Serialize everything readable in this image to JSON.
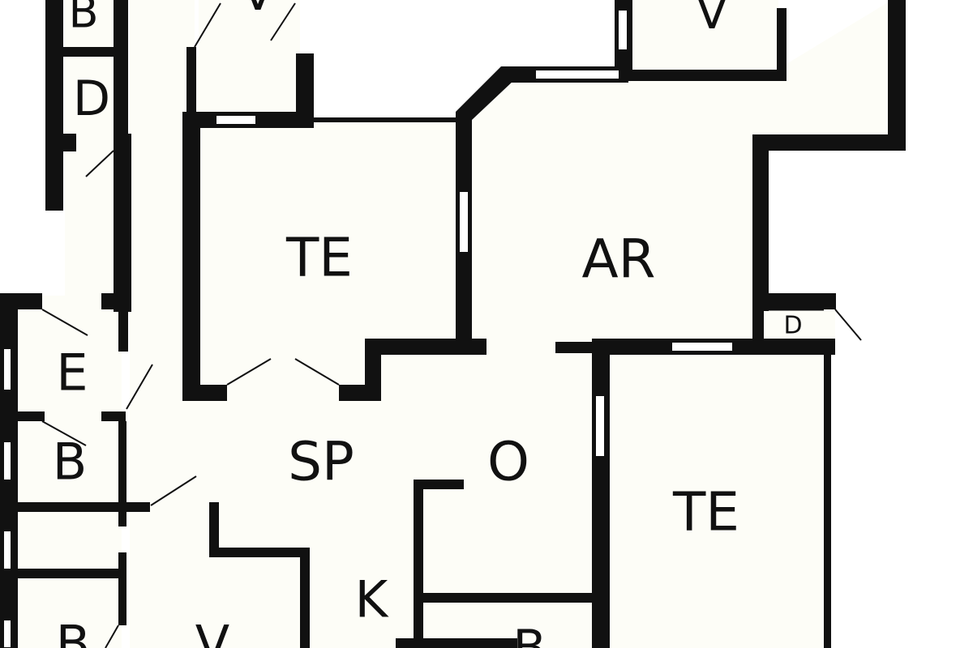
{
  "floor_plan": {
    "colors": {
      "wall": "#111111",
      "floor": "#fdfdf7",
      "background": "#ffffff"
    },
    "rooms": [
      {
        "id": "b-top-left",
        "label": "B"
      },
      {
        "id": "d-left",
        "label": "D"
      },
      {
        "id": "v-top",
        "label": "V"
      },
      {
        "id": "v-top-right",
        "label": "V"
      },
      {
        "id": "te-upper",
        "label": "TE"
      },
      {
        "id": "ar",
        "label": "AR"
      },
      {
        "id": "d-small",
        "label": "D"
      },
      {
        "id": "e-left",
        "label": "E"
      },
      {
        "id": "b-mid-left",
        "label": "B"
      },
      {
        "id": "sp",
        "label": "SP"
      },
      {
        "id": "o",
        "label": "O"
      },
      {
        "id": "te-lower",
        "label": "TE"
      },
      {
        "id": "k",
        "label": "K"
      },
      {
        "id": "b-bottom-left",
        "label": "B"
      },
      {
        "id": "v-bottom",
        "label": "V"
      },
      {
        "id": "b-bottom-center",
        "label": "B"
      }
    ]
  }
}
